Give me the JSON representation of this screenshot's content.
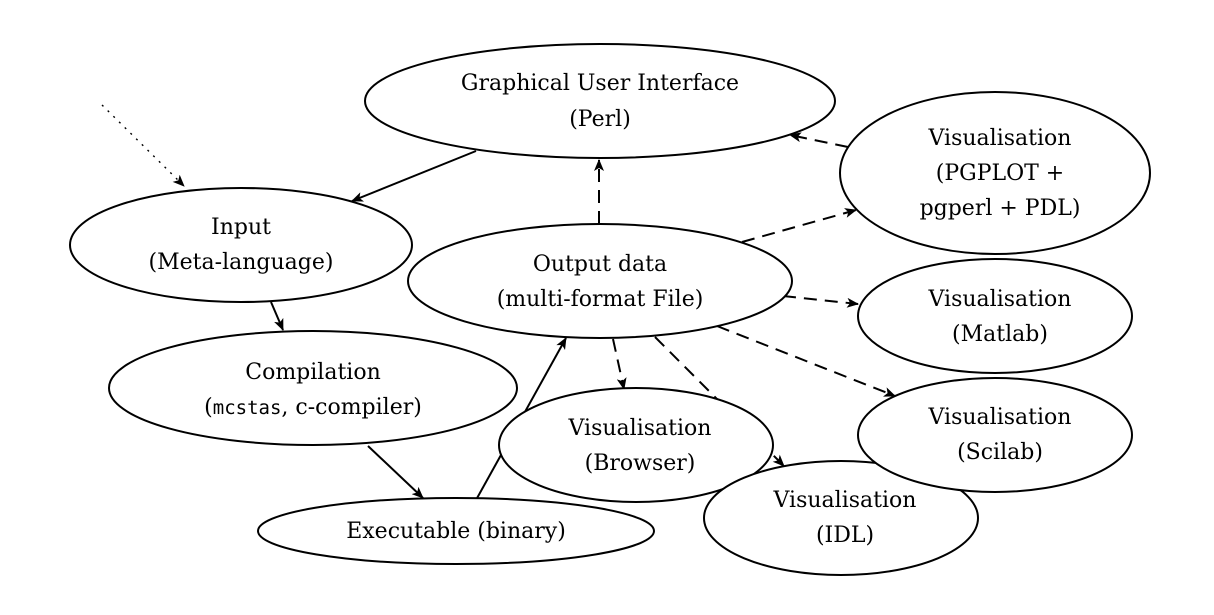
{
  "nodes": {
    "gui": {
      "line1": "Graphical User Interface",
      "line2": "(Perl)"
    },
    "input": {
      "line1": "Input",
      "line2": "(Meta-language)"
    },
    "compile": {
      "line1": "Compilation",
      "line2_code": "mcstas",
      "line2_rest": ", c-compiler)",
      "line2_open": "("
    },
    "exec": {
      "line1": "Executable (binary)"
    },
    "output": {
      "line1": "Output data",
      "line2": "(multi-format File)"
    },
    "vis_pg": {
      "line1": "Visualisation",
      "line2": "(PGPLOT +",
      "line3": "pgperl + PDL)"
    },
    "vis_matlab": {
      "line1": "Visualisation",
      "line2": "(Matlab)"
    },
    "vis_scilab": {
      "line1": "Visualisation",
      "line2": "(Scilab)"
    },
    "vis_browser": {
      "line1": "Visualisation",
      "line2": "(Browser)"
    },
    "vis_idl": {
      "line1": "Visualisation",
      "line2": "(IDL)"
    }
  }
}
